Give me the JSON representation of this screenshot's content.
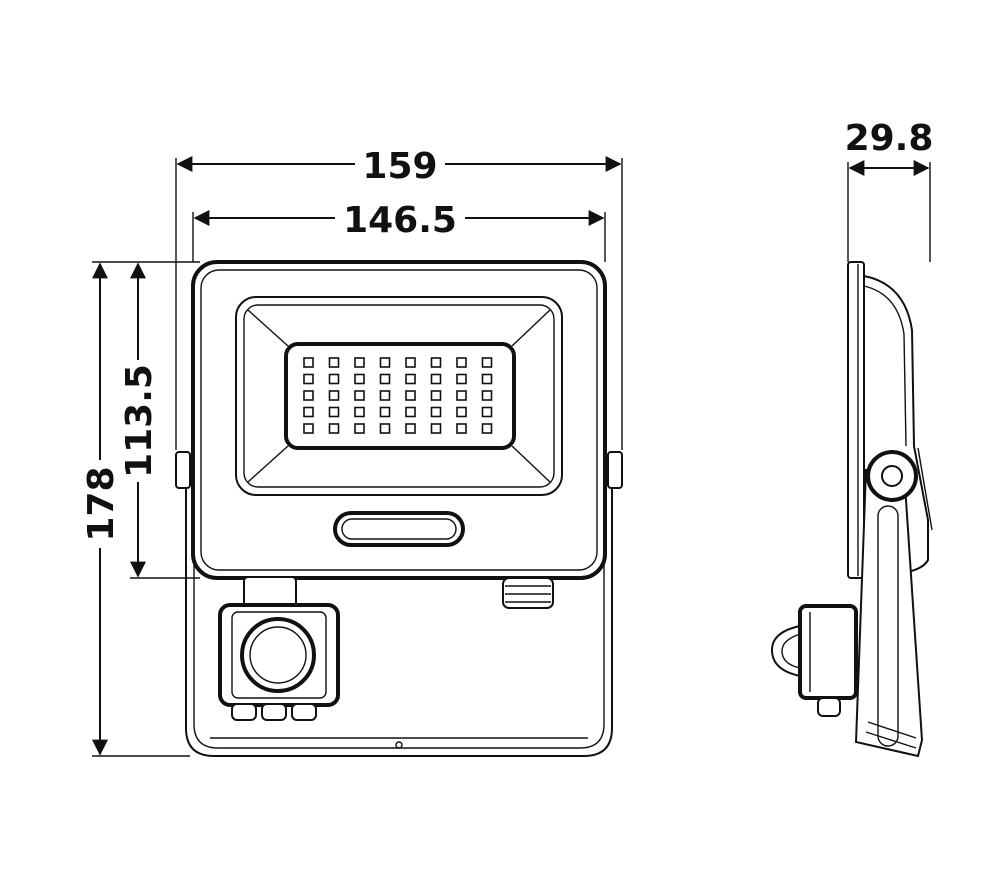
{
  "dimensions": {
    "overall_width": "159",
    "housing_width": "146.5",
    "overall_height": "178",
    "housing_height": "113.5",
    "depth": "29.8"
  },
  "led_grid": {
    "rows": 5,
    "cols": 8
  },
  "colors": {
    "line": "#111111",
    "background": "#ffffff"
  }
}
